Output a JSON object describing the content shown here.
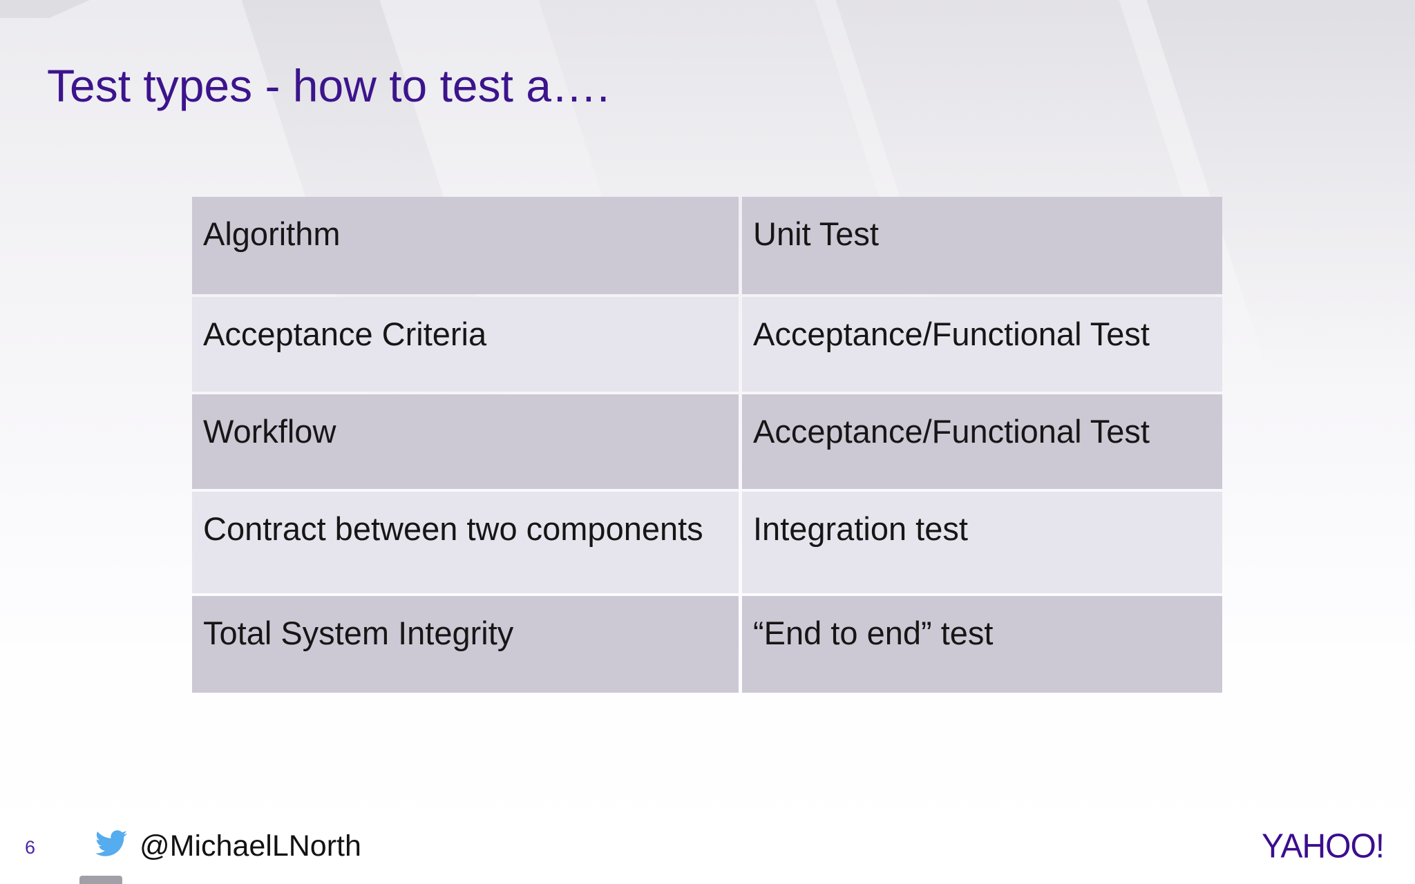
{
  "slide": {
    "title": "Test types - how to test a….",
    "page_number": "6",
    "twitter_handle": "@MichaelLNorth",
    "logo_text": "YAHOO!"
  },
  "table": {
    "rows": [
      {
        "left": "Algorithm",
        "right": "Unit Test"
      },
      {
        "left": "Acceptance Criteria",
        "right": "Acceptance/Functional Test"
      },
      {
        "left": "Workflow",
        "right": "Acceptance/Functional Test"
      },
      {
        "left": "Contract between two components",
        "right": "Integration test"
      },
      {
        "left": "Total System Integrity",
        "right": "“End to end” test"
      }
    ]
  },
  "icons": {
    "twitter": "twitter-bird-icon"
  },
  "colors": {
    "title": "#3C148C",
    "row_dark": "#CCC8D4",
    "row_light": "#E6E4EC",
    "cell_text": "#161616",
    "twitter_blue": "#55ACEE",
    "yahoo_purple": "#3C0D8E",
    "page_number": "#4B23A8"
  }
}
